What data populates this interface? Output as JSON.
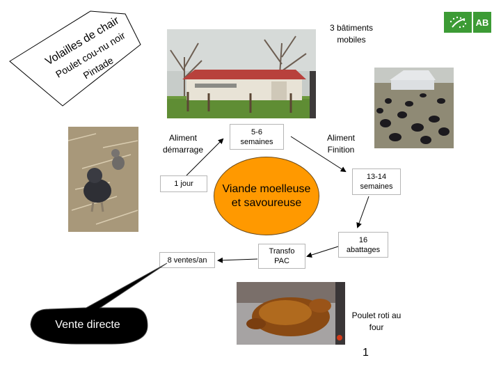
{
  "tag": {
    "line1": "Volailles de chair",
    "line2": "Poulet cou-nu noir",
    "line3": "Pintade"
  },
  "labels": {
    "batiments": "3 bâtiments mobiles",
    "aliment_demarrage": "Aliment démarrage",
    "aliment_finition": "Aliment Finition",
    "poulet_roti": "Poulet roti au four",
    "page_number": "1"
  },
  "center": {
    "text": "Viande moelleuse et savoureuse",
    "color": "#ff9900"
  },
  "cycle": {
    "jour": "1 jour",
    "semaines_5_6": "5-6 semaines",
    "semaines_13_14": "13-14 semaines",
    "abattages": "16 abattages",
    "transfo": "Transfo PAC",
    "ventes": "8 ventes/an"
  },
  "callout": {
    "text": "Vente directe",
    "color": "#000000"
  },
  "logo": {
    "left_mark": "leaf-logo",
    "right_mark": "AB",
    "color": "#3c9b35"
  }
}
